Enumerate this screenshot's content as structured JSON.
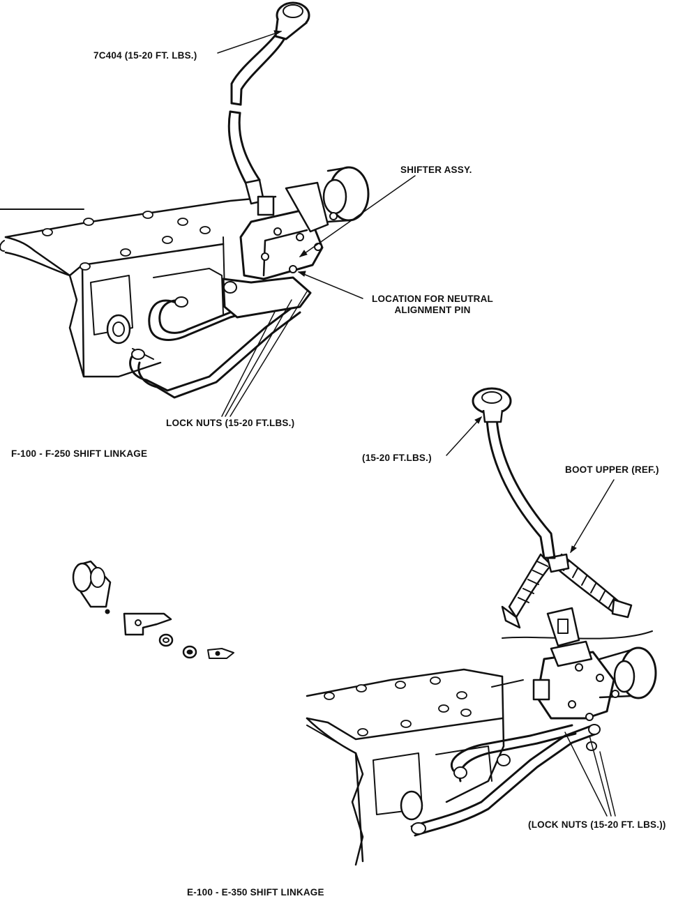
{
  "figures": [
    {
      "caption": "F-100 - F-250 SHIFT LINKAGE"
    },
    {
      "caption": "E-100 - E-350 SHIFT LINKAGE"
    }
  ],
  "callouts": {
    "f_knob": "7C404 (15-20 FT. LBS.)",
    "f_shifter": "SHIFTER ASSY.",
    "f_pin_line1": "LOCATION FOR NEUTRAL",
    "f_pin_line2": "ALIGNMENT PIN",
    "f_locknuts": "LOCK NUTS (15-20 FT.LBS.)",
    "e_knob": "(15-20 FT.LBS.)",
    "e_boot": "BOOT UPPER (REF.)",
    "e_locknuts": "(LOCK NUTS (15-20 FT. LBS.))"
  },
  "icons": [
    "shift-knob-icon",
    "shift-lever-icon",
    "transmission-case-icon",
    "shifter-assembly-icon",
    "shift-rod-icon",
    "lock-nut-icon",
    "boot-icon",
    "washer-icon",
    "clip-icon"
  ],
  "colors": {
    "ink": "#111111",
    "paper": "#ffffff"
  }
}
